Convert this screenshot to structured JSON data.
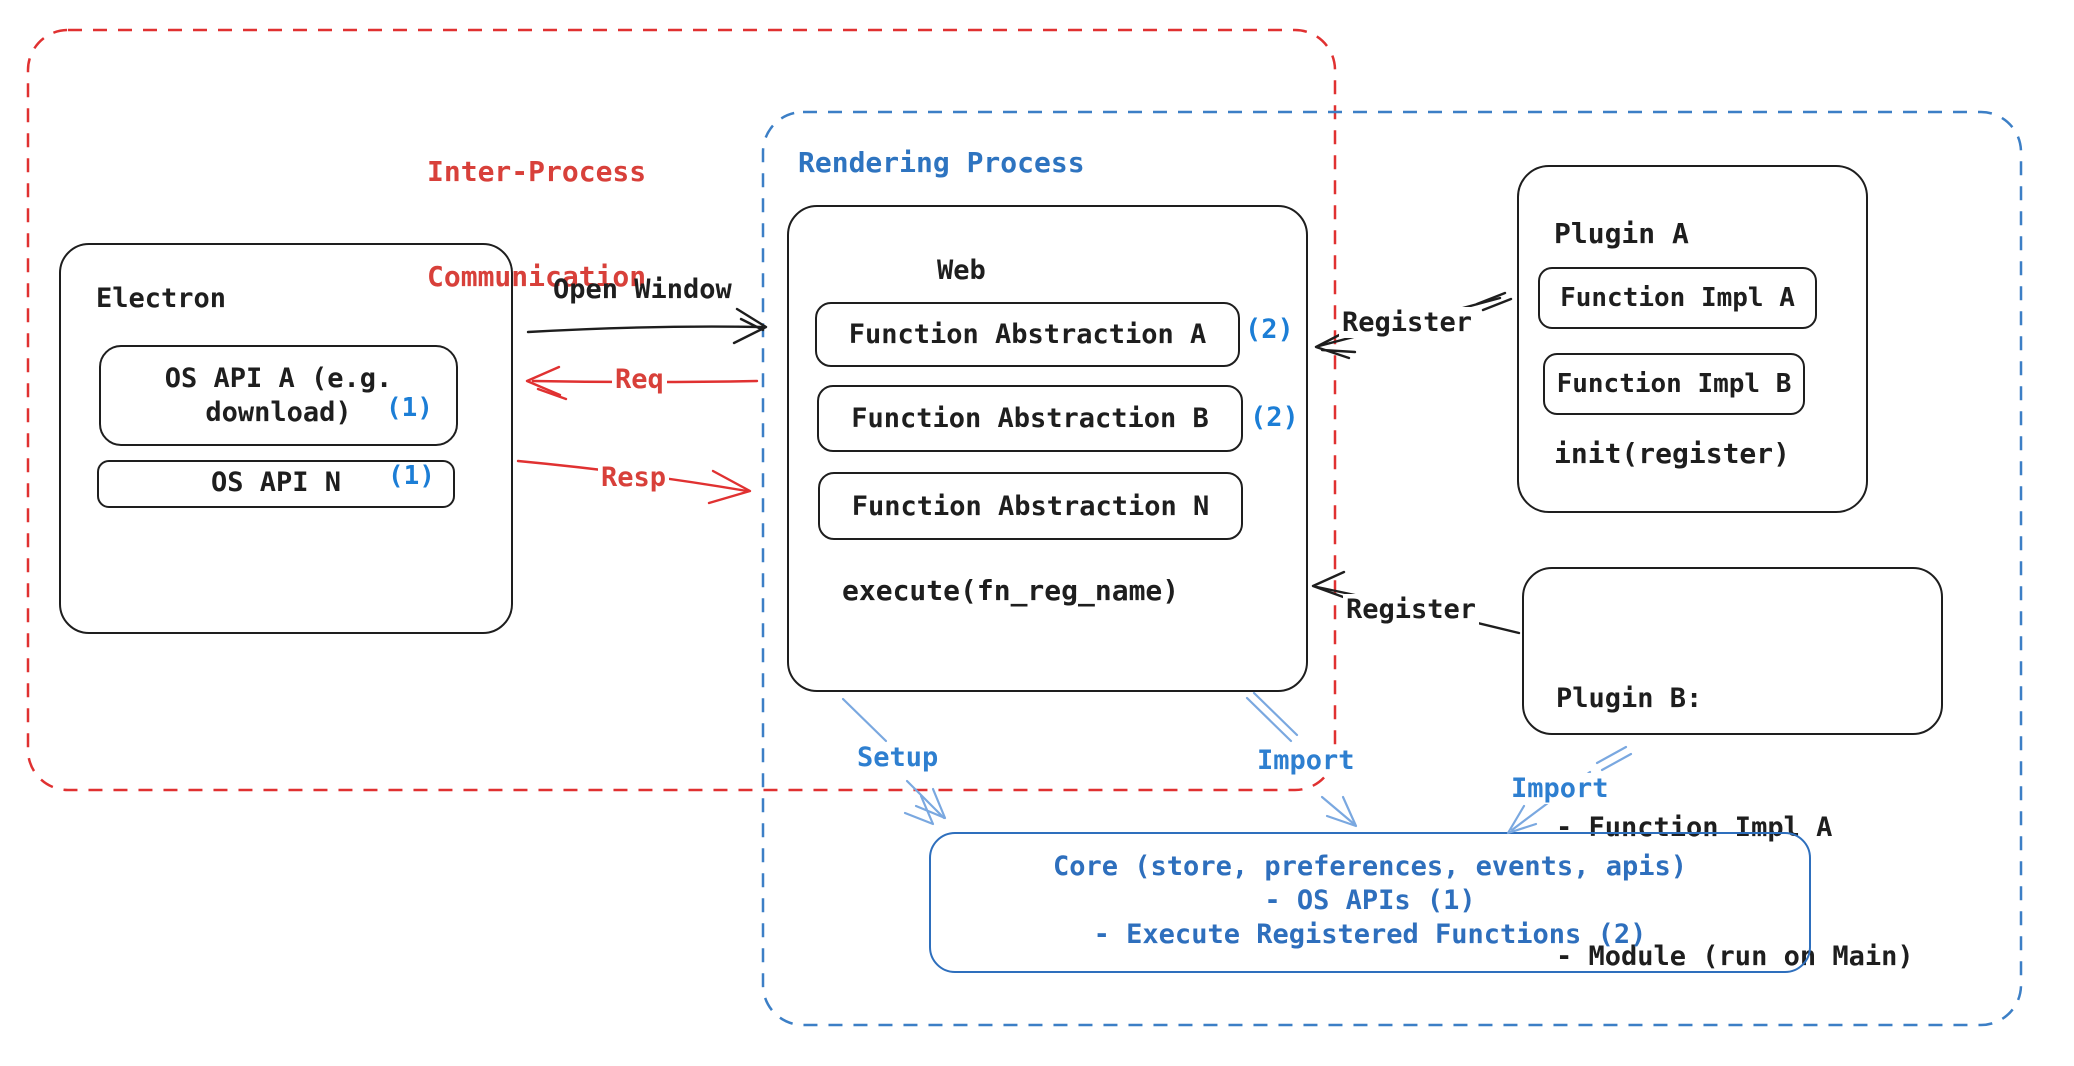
{
  "groups": {
    "ipc": {
      "label_line1": "Inter-Process",
      "label_line2": "Communication"
    },
    "rendering": {
      "label": "Rendering Process"
    }
  },
  "electron": {
    "title": "Electron",
    "os_api_a": {
      "line1": "OS API A (e.g.",
      "line2": "download)",
      "badge": "(1)"
    },
    "os_api_n": {
      "label": "OS API N",
      "badge": "(1)"
    }
  },
  "web": {
    "title": "Web",
    "abstractions": [
      {
        "label": "Function Abstraction A",
        "badge": "(2)"
      },
      {
        "label": "Function Abstraction B",
        "badge": "(2)"
      },
      {
        "label": "Function Abstraction N"
      }
    ],
    "execute": "execute(fn_reg_name)"
  },
  "plugin_a": {
    "title": "Plugin A",
    "impls": [
      "Function Impl A",
      "Function Impl B"
    ],
    "init": "init(register)"
  },
  "plugin_b": {
    "lines": [
      "Plugin B:",
      "- Function Impl A",
      "- Module (run on Main)"
    ]
  },
  "core": {
    "lines": [
      "Core (store, preferences, events, apis)",
      "- OS APIs (1)",
      "- Execute Registered Functions (2)"
    ]
  },
  "arrows": {
    "open_window": "Open Window",
    "req": "Req",
    "resp": "Resp",
    "register_plugin_a": "Register",
    "register_plugin_b": "Register",
    "setup": "Setup",
    "import_web": "Import",
    "import_plugin_b": "Import"
  },
  "colors": {
    "ink": "#1e1e1e",
    "red": "#e03131",
    "boundary_blue": "#3c7fc6",
    "core_blue": "#2e6fbd",
    "badge_blue": "#1c7ed6",
    "arrow_light_blue": "#7aa8e0",
    "label_blue": "#2e7fd0"
  }
}
